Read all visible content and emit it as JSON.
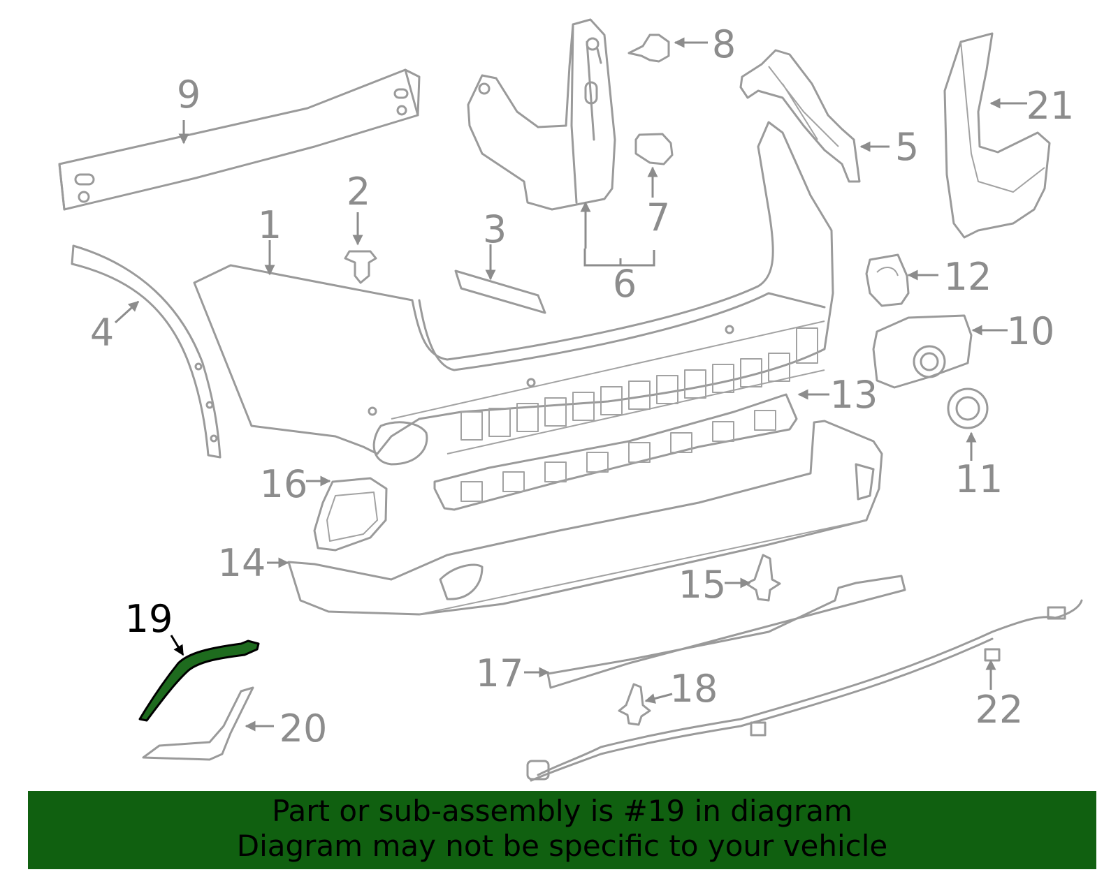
{
  "colors": {
    "part_stroke": "#9a9a9a",
    "label_gray": "#8c8c8c",
    "highlight_part_fill": "#1e6b1e",
    "banner_bg": "#106010",
    "banner_text": "#000000"
  },
  "callouts": [
    {
      "num": "1"
    },
    {
      "num": "2"
    },
    {
      "num": "3"
    },
    {
      "num": "4"
    },
    {
      "num": "5"
    },
    {
      "num": "6"
    },
    {
      "num": "7"
    },
    {
      "num": "8"
    },
    {
      "num": "9"
    },
    {
      "num": "10"
    },
    {
      "num": "11"
    },
    {
      "num": "12"
    },
    {
      "num": "13"
    },
    {
      "num": "14"
    },
    {
      "num": "15"
    },
    {
      "num": "16"
    },
    {
      "num": "17"
    },
    {
      "num": "18"
    },
    {
      "num": "19",
      "highlighted": true
    },
    {
      "num": "20"
    },
    {
      "num": "21"
    },
    {
      "num": "22"
    }
  ],
  "banner": {
    "line1": "Part or sub-assembly is #19 in diagram",
    "line2": "Diagram may not be specific to your vehicle"
  }
}
